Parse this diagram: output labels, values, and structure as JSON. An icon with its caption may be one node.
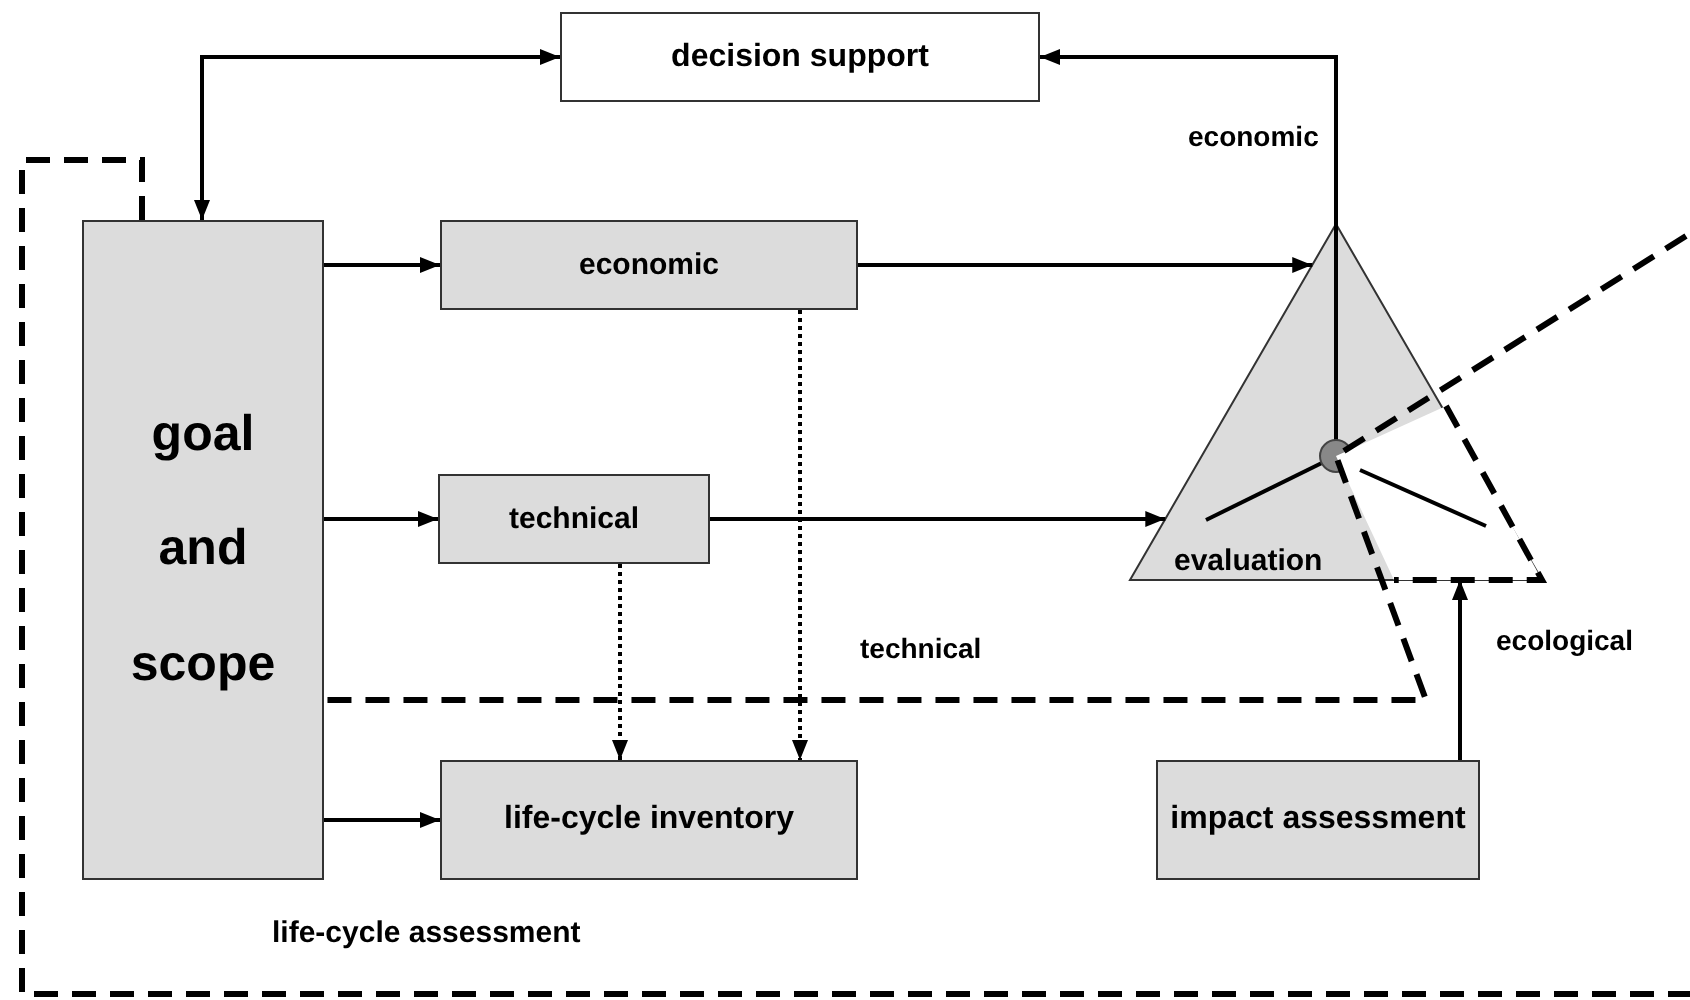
{
  "diagram": {
    "nodes": [
      {
        "text": [
          "decision support"
        ]
      },
      {
        "text": [
          "goal and scope"
        ]
      },
      {
        "text": [
          "economic"
        ]
      },
      {
        "text": [
          "technical"
        ]
      },
      {
        "text": [
          "life-cycle inventory"
        ]
      },
      {
        "text": [
          "impact assessment"
        ]
      },
      {
        "text": [
          "evaluation"
        ]
      }
    ],
    "edges": [
      {
        "from": 1,
        "to": 0,
        "arrow": "both"
      },
      {
        "from": 6,
        "to": 0,
        "arrow": "to"
      },
      {
        "from": 1,
        "to": 2,
        "arrow": "to"
      },
      {
        "from": 1,
        "to": 3,
        "arrow": "to"
      },
      {
        "from": 1,
        "to": 4,
        "arrow": "to"
      },
      {
        "from": 2,
        "to": 6,
        "arrow": "to"
      },
      {
        "from": 3,
        "to": 6,
        "arrow": "to"
      },
      {
        "from": 3,
        "to": 4,
        "arrow": "to",
        "style": "dashed"
      },
      {
        "from": 2,
        "to": 4,
        "arrow": "to",
        "style": "dashed"
      },
      {
        "from": 5,
        "to": 6,
        "arrow": "to"
      }
    ],
    "labels": [
      "economic",
      "technical",
      "ecological",
      "life-cycle assessment"
    ]
  }
}
